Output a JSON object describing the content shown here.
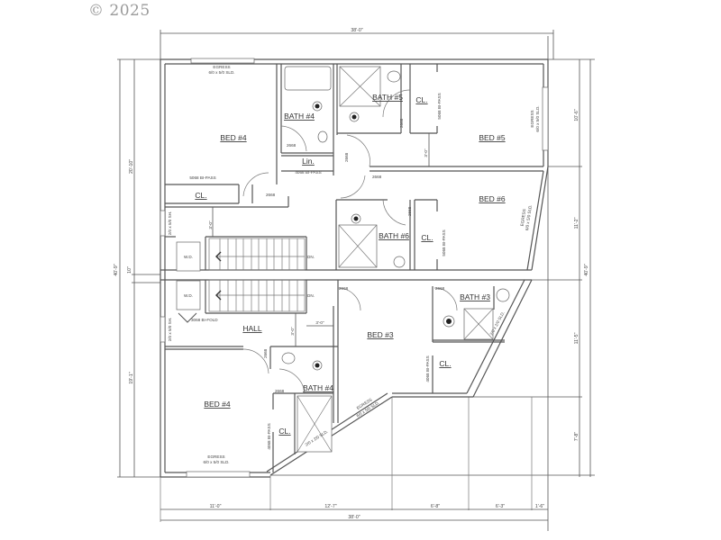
{
  "copyright": "© 2025",
  "colors": {
    "wall": "#555555",
    "background": "#ffffff",
    "text": "#333333",
    "copyright": "#9a9a9a"
  },
  "rooms": {
    "bed4_upper": "BED #4",
    "bath4_upper": "BATH #4",
    "bath5": "BATH #5",
    "cl_bath5": "CL.",
    "bed5": "BED #5",
    "lin": "Lin.",
    "cl_bed4_upper": "CL.",
    "bed6": "BED #6",
    "bath6": "BATH #6",
    "cl_bed6": "CL.",
    "hall": "HALL",
    "bed3": "BED #3",
    "bath3": "BATH #3",
    "cl_bed3": "CL.",
    "bed4_lower": "BED #4",
    "bath4_lower": "BATH #4",
    "cl_bed4_lower": "CL.",
    "wd_upper": "W.D.",
    "wd_lower": "W.D.",
    "dn_upper": "DN.",
    "dn_lower": "DN."
  },
  "annotations": {
    "egress_bed4_upper": [
      "EGRESS",
      "6/0 x 5/0 SLD."
    ],
    "egress_bed5": [
      "EGRESS",
      "6/0 x 5/0 SLD."
    ],
    "egress_bed6": [
      "EGRESS",
      "6/0 x 5/0 SLD."
    ],
    "egress_bed3": [
      "EGRESS",
      "6/0 x 5/0 SLD."
    ],
    "egress_bed4_lower": [
      "EGRESS",
      "6/0 x 5/0 SLD."
    ],
    "bipass_5068_bed4": "5068 BI-PASS",
    "bipass_5068_bed5": "5068 BI-PASS",
    "bipass_5068_bed6": "5068 BI-PASS",
    "bipass_4068_lin": "4068 BI-PASS",
    "bipass_4068_bed3": "4068 BI-PASS",
    "bipass_4068_bed4_lower": "4068 BI-PASS",
    "bifold_3068": "3068 BI-FOLD",
    "door_2668": "2668",
    "window_sh_upper": "2/0 x 5/0 SH.",
    "window_sh_lower": "2/0 x 5/0 SH.",
    "window_bath3": "2/0 x 2/0 SLD.",
    "window_bath4_lower": "2/0 x 2/0 SLD.",
    "clear_3ft_upper": "3'-0\"",
    "clear_3ft_bed5": "3'-0\"",
    "clear_3ft_hall_v": "3'-0\"",
    "clear_3ft_hall_h": "3'-0\""
  },
  "dimensions": {
    "top_overall": "38'-0\"",
    "bottom_overall": "38'-0\"",
    "bottom_segments": [
      "11'-0\"",
      "12'-7\"",
      "6'-8\"",
      "6'-3\"",
      "1'-6\""
    ],
    "left_overall": "40'-9\"",
    "left_segments": [
      "20'-10\"",
      "10\"",
      "19'-1\""
    ],
    "right_overall": "40'-9\"",
    "right_segments": [
      "10'-6\"",
      "11'-2\"",
      "11'-5\"",
      "7'-8\""
    ]
  }
}
